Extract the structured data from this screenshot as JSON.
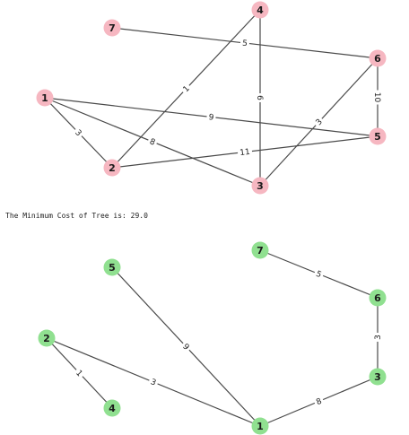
{
  "colors": {
    "original_graph_node": "#f6b7c1",
    "mst_node": "#90e090",
    "edge": "#4a4a4a"
  },
  "original_graph": {
    "nodes": [
      "1",
      "2",
      "3",
      "4",
      "5",
      "6",
      "7"
    ],
    "edges": [
      {
        "from": "1",
        "to": "2",
        "weight": "3"
      },
      {
        "from": "1",
        "to": "3",
        "weight": "8"
      },
      {
        "from": "1",
        "to": "5",
        "weight": "9"
      },
      {
        "from": "2",
        "to": "4",
        "weight": "1"
      },
      {
        "from": "2",
        "to": "5",
        "weight": "11"
      },
      {
        "from": "4",
        "to": "3",
        "weight": "6"
      },
      {
        "from": "3",
        "to": "6",
        "weight": "3"
      },
      {
        "from": "7",
        "to": "6",
        "weight": "5"
      },
      {
        "from": "6",
        "to": "5",
        "weight": "10"
      }
    ]
  },
  "result_text": "The Minimum Cost of Tree is: 29.0",
  "mst_graph": {
    "nodes": [
      "1",
      "2",
      "3",
      "4",
      "5",
      "6",
      "7"
    ],
    "edges": [
      {
        "from": "2",
        "to": "4",
        "weight": "1"
      },
      {
        "from": "2",
        "to": "1",
        "weight": "3"
      },
      {
        "from": "5",
        "to": "1",
        "weight": "9"
      },
      {
        "from": "1",
        "to": "3",
        "weight": "8"
      },
      {
        "from": "3",
        "to": "6",
        "weight": "3"
      },
      {
        "from": "7",
        "to": "6",
        "weight": "5"
      }
    ]
  }
}
